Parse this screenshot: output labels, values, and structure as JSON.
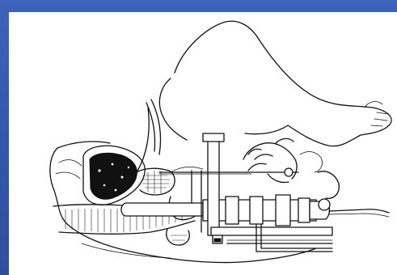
{
  "slide": {
    "background_color": "#3a5cb0",
    "image_background": "#ffffff"
  },
  "figure": {
    "kind": "line-drawing",
    "icons": [
      "patient-lithotomy-outline",
      "bladder",
      "prostate",
      "rectum",
      "transrectal-ultrasound-probe",
      "stepper-stand",
      "template-grid",
      "needle",
      "hand"
    ]
  }
}
